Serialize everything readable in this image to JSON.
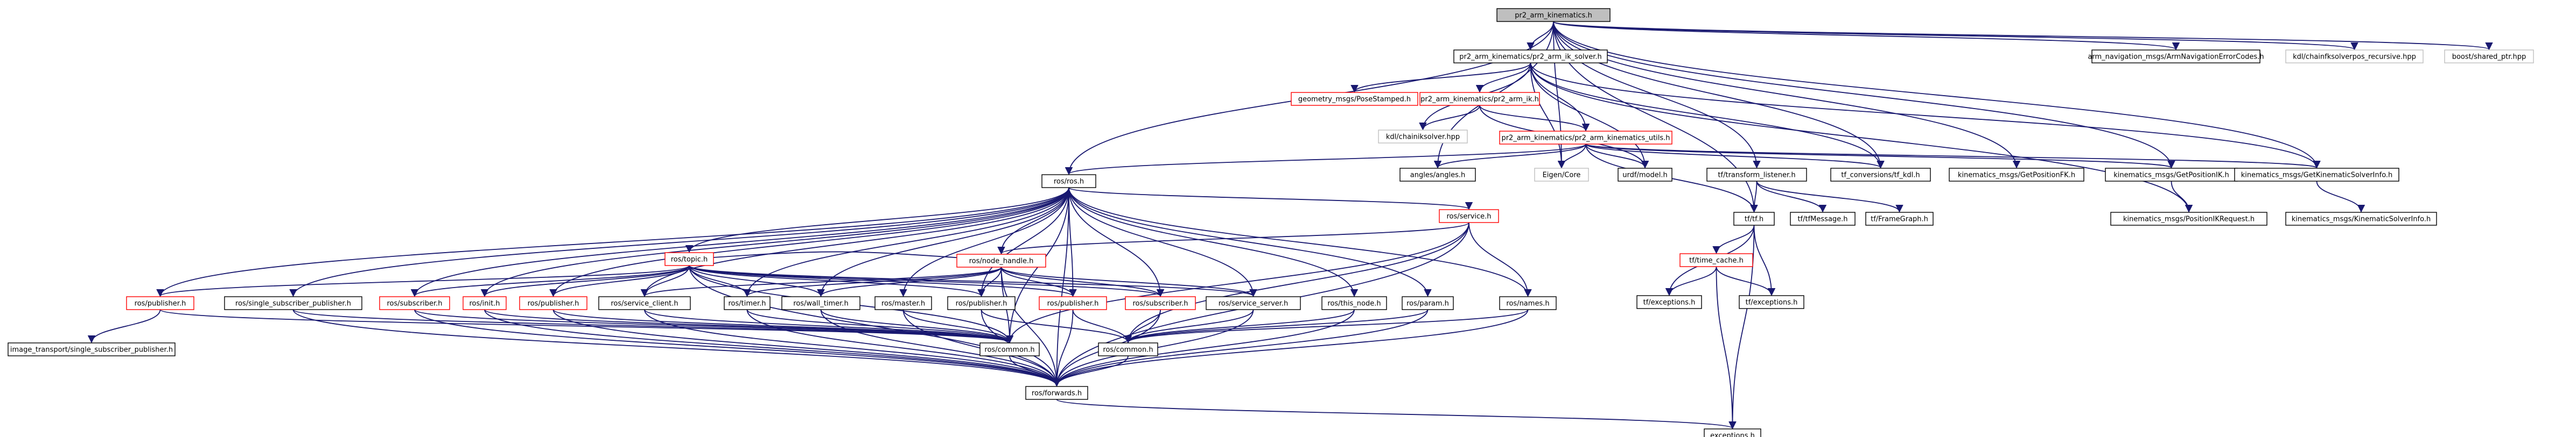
{
  "colors": {
    "edge": "#191970",
    "border_normal": "#000000",
    "border_undocumented": "#ff0000",
    "border_external": "#bfbfbf",
    "fill_normal": "#ffffff",
    "fill_root": "#bfbfbf"
  },
  "nodes": [
    {
      "id": "root",
      "label": "pr2_arm_kinematics.h",
      "kind": "root"
    },
    {
      "id": "ros",
      "label": "ros/ros.h",
      "kind": "normal"
    },
    {
      "id": "ik_solver",
      "label": "pr2_arm_kinematics/pr2_arm_ik_solver.h",
      "kind": "normal"
    },
    {
      "id": "arm_nav",
      "label": "arm_navigation_msgs/ArmNavigationErrorCodes.h",
      "kind": "normal"
    },
    {
      "id": "kdl_chain_pos",
      "label": "kdl/chainfksolverpos_recursive.hpp",
      "kind": "external"
    },
    {
      "id": "shared_ptr",
      "label": "boost/shared_ptr.hpp",
      "kind": "external"
    },
    {
      "id": "pose_stamped",
      "label": "geometry_msgs/PoseStamped.h",
      "kind": "undoc"
    },
    {
      "id": "arm_ik",
      "label": "pr2_arm_kinematics/pr2_arm_ik.h",
      "kind": "undoc"
    },
    {
      "id": "kdl_chainiksolver",
      "label": "kdl/chainiksolver.hpp",
      "kind": "external"
    },
    {
      "id": "utils",
      "label": "pr2_arm_kinematics/pr2_arm_kinematics_utils.h",
      "kind": "undoc"
    },
    {
      "id": "angles",
      "label": "angles/angles.h",
      "kind": "normal"
    },
    {
      "id": "eigen",
      "label": "Eigen/Core",
      "kind": "external"
    },
    {
      "id": "urdf",
      "label": "urdf/model.h",
      "kind": "normal"
    },
    {
      "id": "tf_listener",
      "label": "tf/transform_listener.h",
      "kind": "normal"
    },
    {
      "id": "tf_kdl",
      "label": "tf_conversions/tf_kdl.h",
      "kind": "normal"
    },
    {
      "id": "get_pos_fk",
      "label": "kinematics_msgs/GetPositionFK.h",
      "kind": "normal"
    },
    {
      "id": "get_pos_ik",
      "label": "kinematics_msgs/GetPositionIK.h",
      "kind": "normal"
    },
    {
      "id": "get_kin_info",
      "label": "kinematics_msgs/GetKinematicSolverInfo.h",
      "kind": "normal"
    },
    {
      "id": "tf",
      "label": "tf/tf.h",
      "kind": "normal"
    },
    {
      "id": "tf_message",
      "label": "tf/tfMessage.h",
      "kind": "normal"
    },
    {
      "id": "frame_graph",
      "label": "tf/FrameGraph.h",
      "kind": "normal"
    },
    {
      "id": "pos_ik_req",
      "label": "kinematics_msgs/PositionIKRequest.h",
      "kind": "normal"
    },
    {
      "id": "kin_solver_info",
      "label": "kinematics_msgs/KinematicSolverInfo.h",
      "kind": "normal"
    },
    {
      "id": "time_cache",
      "label": "tf/time_cache.h",
      "kind": "undoc"
    },
    {
      "id": "tf_exc1",
      "label": "tf/exceptions.h",
      "kind": "normal"
    },
    {
      "id": "tf_exc2",
      "label": "tf/exceptions.h",
      "kind": "normal"
    },
    {
      "id": "service",
      "label": "ros/service.h",
      "kind": "undoc"
    },
    {
      "id": "node_handle",
      "label": "ros/node_handle.h",
      "kind": "undoc"
    },
    {
      "id": "topic",
      "label": "ros/topic.h",
      "kind": "undoc"
    },
    {
      "id": "pub_a",
      "label": "ros/publisher.h",
      "kind": "undoc"
    },
    {
      "id": "single_sub",
      "label": "ros/single_subscriber_publisher.h",
      "kind": "normal"
    },
    {
      "id": "sub_a",
      "label": "ros/subscriber.h",
      "kind": "undoc"
    },
    {
      "id": "init",
      "label": "ros/init.h",
      "kind": "undoc"
    },
    {
      "id": "pub_b",
      "label": "ros/publisher.h",
      "kind": "undoc"
    },
    {
      "id": "service_client",
      "label": "ros/service_client.h",
      "kind": "normal"
    },
    {
      "id": "timer",
      "label": "ros/timer.h",
      "kind": "normal"
    },
    {
      "id": "wall_timer",
      "label": "ros/wall_timer.h",
      "kind": "normal"
    },
    {
      "id": "master",
      "label": "ros/master.h",
      "kind": "normal"
    },
    {
      "id": "pub_c",
      "label": "ros/publisher.h",
      "kind": "normal"
    },
    {
      "id": "pub_d",
      "label": "ros/publisher.h",
      "kind": "undoc"
    },
    {
      "id": "sub_b",
      "label": "ros/subscriber.h",
      "kind": "undoc"
    },
    {
      "id": "service_server",
      "label": "ros/service_server.h",
      "kind": "normal"
    },
    {
      "id": "this_node",
      "label": "ros/this_node.h",
      "kind": "normal"
    },
    {
      "id": "param",
      "label": "ros/param.h",
      "kind": "normal"
    },
    {
      "id": "names",
      "label": "ros/names.h",
      "kind": "normal"
    },
    {
      "id": "common_a",
      "label": "ros/common.h",
      "kind": "normal"
    },
    {
      "id": "common_b",
      "label": "ros/common.h",
      "kind": "normal"
    },
    {
      "id": "forwards",
      "label": "ros/forwards.h",
      "kind": "normal"
    },
    {
      "id": "exceptions",
      "label": "exceptions.h",
      "kind": "normal"
    },
    {
      "id": "image_transport",
      "label": "image_transport/single_subscriber_publisher.h",
      "kind": "normal"
    }
  ],
  "edges": [
    [
      "root",
      "ros"
    ],
    [
      "root",
      "ik_solver"
    ],
    [
      "root",
      "arm_nav"
    ],
    [
      "root",
      "kdl_chain_pos"
    ],
    [
      "root",
      "shared_ptr"
    ],
    [
      "root",
      "angles"
    ],
    [
      "root",
      "tf_listener"
    ],
    [
      "root",
      "tf_kdl"
    ],
    [
      "root",
      "get_pos_fk"
    ],
    [
      "root",
      "get_pos_ik"
    ],
    [
      "root",
      "get_kin_info"
    ],
    [
      "root",
      "tf"
    ],
    [
      "root",
      "eigen"
    ],
    [
      "ik_solver",
      "pose_stamped"
    ],
    [
      "ik_solver",
      "arm_ik"
    ],
    [
      "ik_solver",
      "kdl_chainiksolver"
    ],
    [
      "ik_solver",
      "utils"
    ],
    [
      "ik_solver",
      "urdf"
    ],
    [
      "ik_solver",
      "eigen"
    ],
    [
      "ik_solver",
      "tf_kdl"
    ],
    [
      "ik_solver",
      "pos_ik_req"
    ],
    [
      "ik_solver",
      "get_kin_info"
    ],
    [
      "arm_ik",
      "urdf"
    ],
    [
      "arm_ik",
      "kdl_chainiksolver"
    ],
    [
      "arm_ik",
      "utils"
    ],
    [
      "utils",
      "ros"
    ],
    [
      "utils",
      "angles"
    ],
    [
      "utils",
      "eigen"
    ],
    [
      "utils",
      "urdf"
    ],
    [
      "utils",
      "tf_kdl"
    ],
    [
      "utils",
      "tf"
    ],
    [
      "utils",
      "get_pos_ik"
    ],
    [
      "utils",
      "get_kin_info"
    ],
    [
      "tf_listener",
      "tf"
    ],
    [
      "tf_listener",
      "tf_message"
    ],
    [
      "tf_listener",
      "frame_graph"
    ],
    [
      "get_pos_ik",
      "pos_ik_req"
    ],
    [
      "get_kin_info",
      "kin_solver_info"
    ],
    [
      "tf",
      "time_cache"
    ],
    [
      "tf",
      "tf_exc1"
    ],
    [
      "tf",
      "tf_exc2"
    ],
    [
      "tf",
      "exceptions"
    ],
    [
      "time_cache",
      "tf_exc1"
    ],
    [
      "time_cache",
      "tf_exc2"
    ],
    [
      "time_cache",
      "exceptions"
    ],
    [
      "ros",
      "service"
    ],
    [
      "ros",
      "node_handle"
    ],
    [
      "ros",
      "topic"
    ],
    [
      "ros",
      "pub_a"
    ],
    [
      "ros",
      "single_sub"
    ],
    [
      "ros",
      "sub_a"
    ],
    [
      "ros",
      "init"
    ],
    [
      "ros",
      "pub_b"
    ],
    [
      "ros",
      "service_client"
    ],
    [
      "ros",
      "timer"
    ],
    [
      "ros",
      "wall_timer"
    ],
    [
      "ros",
      "master"
    ],
    [
      "ros",
      "pub_c"
    ],
    [
      "ros",
      "pub_d"
    ],
    [
      "ros",
      "sub_b"
    ],
    [
      "ros",
      "service_server"
    ],
    [
      "ros",
      "this_node"
    ],
    [
      "ros",
      "param"
    ],
    [
      "ros",
      "names"
    ],
    [
      "ros",
      "common_a"
    ],
    [
      "ros",
      "forwards"
    ],
    [
      "service",
      "node_handle"
    ],
    [
      "service",
      "names"
    ],
    [
      "service",
      "common_a"
    ],
    [
      "service",
      "common_b"
    ],
    [
      "service",
      "forwards"
    ],
    [
      "node_handle",
      "topic"
    ],
    [
      "node_handle",
      "pub_c"
    ],
    [
      "node_handle",
      "pub_d"
    ],
    [
      "node_handle",
      "sub_b"
    ],
    [
      "node_handle",
      "timer"
    ],
    [
      "node_handle",
      "wall_timer"
    ],
    [
      "node_handle",
      "service_client"
    ],
    [
      "node_handle",
      "service_server"
    ],
    [
      "node_handle",
      "common_a"
    ],
    [
      "node_handle",
      "forwards"
    ],
    [
      "topic",
      "pub_a"
    ],
    [
      "topic",
      "sub_a"
    ],
    [
      "topic",
      "init"
    ],
    [
      "topic",
      "pub_b"
    ],
    [
      "topic",
      "service_client"
    ],
    [
      "topic",
      "timer"
    ],
    [
      "topic",
      "wall_timer"
    ],
    [
      "topic",
      "pub_c"
    ],
    [
      "topic",
      "pub_d"
    ],
    [
      "topic",
      "sub_b"
    ],
    [
      "topic",
      "service_server"
    ],
    [
      "topic",
      "common_a"
    ],
    [
      "topic",
      "forwards"
    ],
    [
      "pub_a",
      "image_transport"
    ],
    [
      "pub_a",
      "common_a"
    ],
    [
      "single_sub",
      "common_a"
    ],
    [
      "single_sub",
      "forwards"
    ],
    [
      "sub_a",
      "common_a"
    ],
    [
      "sub_a",
      "forwards"
    ],
    [
      "init",
      "common_a"
    ],
    [
      "init",
      "forwards"
    ],
    [
      "pub_b",
      "common_a"
    ],
    [
      "pub_b",
      "forwards"
    ],
    [
      "service_client",
      "common_a"
    ],
    [
      "service_client",
      "forwards"
    ],
    [
      "timer",
      "common_a"
    ],
    [
      "timer",
      "forwards"
    ],
    [
      "wall_timer",
      "common_a"
    ],
    [
      "wall_timer",
      "forwards"
    ],
    [
      "master",
      "common_a"
    ],
    [
      "master",
      "forwards"
    ],
    [
      "pub_c",
      "common_b"
    ],
    [
      "pub_c",
      "forwards"
    ],
    [
      "pub_d",
      "common_b"
    ],
    [
      "pub_d",
      "forwards"
    ],
    [
      "sub_b",
      "common_b"
    ],
    [
      "sub_b",
      "forwards"
    ],
    [
      "service_server",
      "common_b"
    ],
    [
      "service_server",
      "forwards"
    ],
    [
      "this_node",
      "common_b"
    ],
    [
      "this_node",
      "forwards"
    ],
    [
      "param",
      "common_b"
    ],
    [
      "param",
      "forwards"
    ],
    [
      "names",
      "common_b"
    ],
    [
      "names",
      "forwards"
    ],
    [
      "common_a",
      "forwards"
    ],
    [
      "common_b",
      "forwards"
    ],
    [
      "forwards",
      "exceptions"
    ]
  ]
}
